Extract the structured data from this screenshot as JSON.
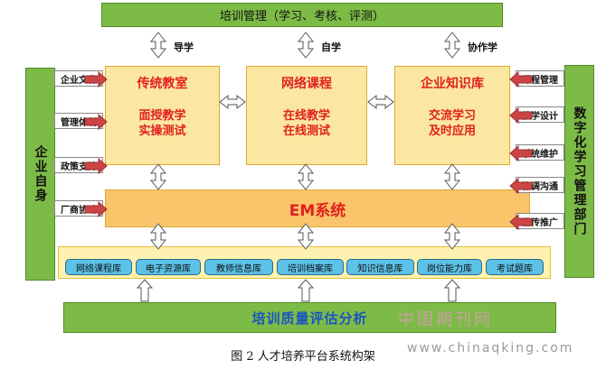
{
  "top_bar": "培训管理（学习、考核、评测）",
  "arrow_labels": {
    "guide": "导学",
    "self": "自学",
    "coop": "协作学"
  },
  "boxes": [
    {
      "title": "传统教室",
      "line1": "面授教学",
      "line2": "实操测试"
    },
    {
      "title": "网络课程",
      "line1": "在线教学",
      "line2": "在线测试"
    },
    {
      "title": "企业知识库",
      "line1": "交流学习",
      "line2": "及时应用"
    }
  ],
  "em": "EM系统",
  "left_side": "企业自身",
  "right_side": "数字化学习管理部门",
  "left_tabs": [
    "企业文化",
    "管理体制",
    "政策支持",
    "厂商协助"
  ],
  "right_tabs": [
    "课程管理",
    "教学设计",
    "系统维护",
    "协调沟通",
    "宣传推广"
  ],
  "databases": [
    "网络课程库",
    "电子资源库",
    "教师信息库",
    "培训档案库",
    "知识信息库",
    "岗位能力库",
    "考试题库"
  ],
  "bottom_bar": "培训质量评估分析",
  "caption": "图 2 人才培养平台系统构架",
  "watermark": "中国期刊网",
  "watermark_url": "www.chinaqking.com",
  "colors": {
    "green": "#7dbb47",
    "box": "#fbe7a1",
    "em": "#f9c46a",
    "db": "#5cc2e8",
    "red_text": "#e02020",
    "blue_text": "#1a55c0"
  }
}
